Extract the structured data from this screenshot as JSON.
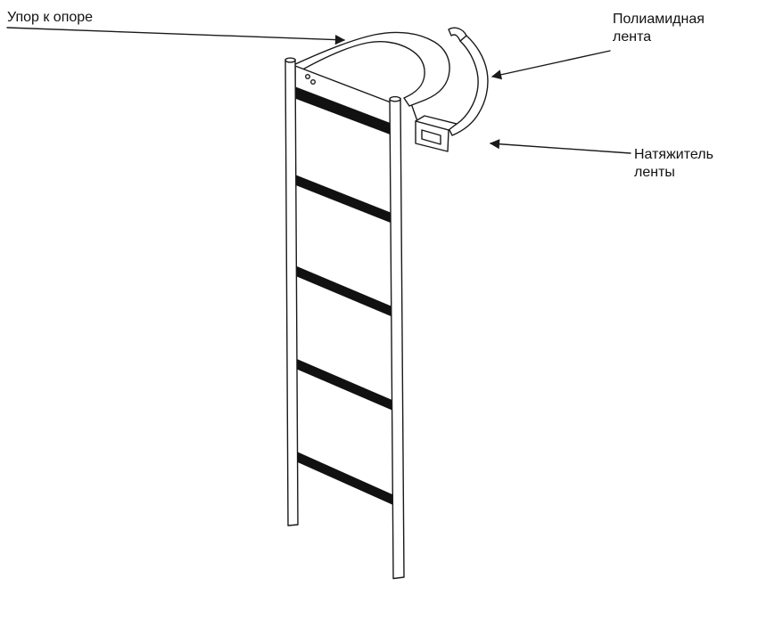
{
  "figure": {
    "labels": {
      "support": "Упор к опоре",
      "strap_line1": "Полиамидная",
      "strap_line2": "лента",
      "tensioner_line1": "Натяжитель",
      "tensioner_line2": "ленты"
    },
    "colors": {
      "ink": "#1a1a1a",
      "rung_fill": "#111111",
      "background": "#ffffff"
    },
    "rung_count": 5
  }
}
